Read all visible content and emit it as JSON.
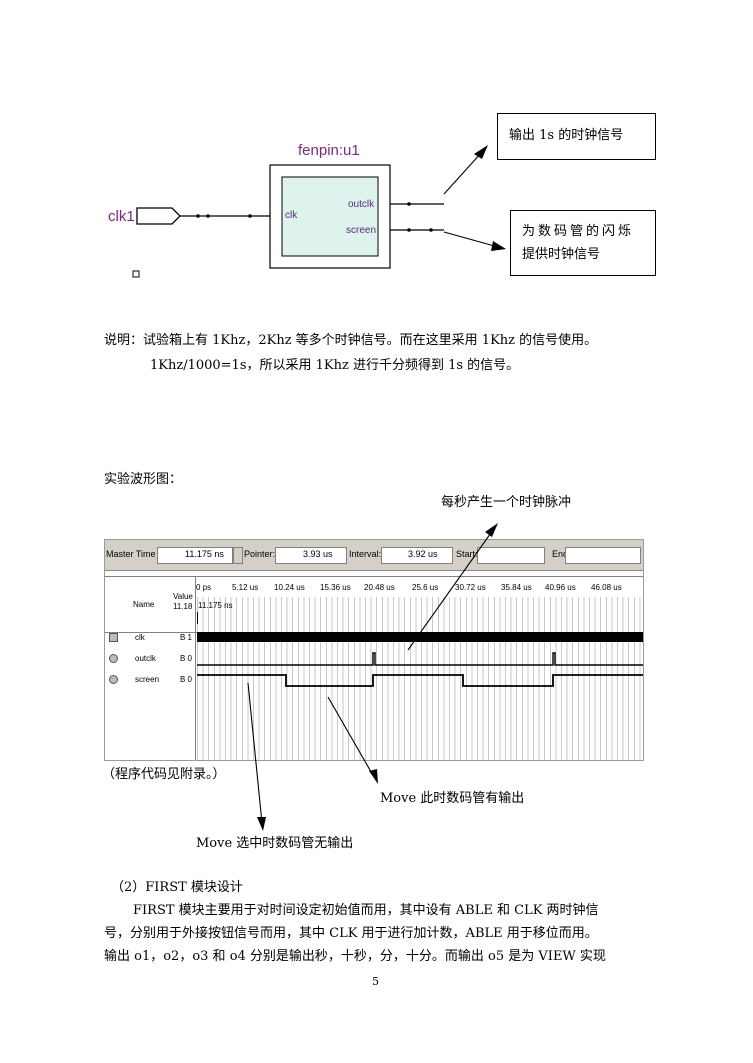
{
  "diagram": {
    "module_title": "fenpin:u1",
    "input_label": "clk1",
    "port_in": "clk",
    "port_out1": "outclk",
    "port_out2": "screen",
    "callout1": "输出 1s 的时钟信号",
    "callout2_line1": "为数码管的闪烁",
    "callout2_line2": "提供时钟信号"
  },
  "description": {
    "line1": "说明：试验箱上有 1Khz，2Khz 等多个时钟信号。而在这里采用 1Khz 的信号使用。",
    "line2": "1Khz/1000=1s，所以采用 1Khz 进行千分频得到 1s 的信号。"
  },
  "waveform": {
    "heading": "实验波形图：",
    "annotation_top": "每秒产生一个时钟脉冲",
    "toolbar": {
      "master_label": "Master Time Bar:",
      "master_value": "11.175 ns",
      "pointer_label": "Pointer:",
      "pointer_value": "3.93 us",
      "interval_label": "Interval:",
      "interval_value": "3.92 us",
      "start_label": "Start:",
      "end_label": "End:"
    },
    "name_header": "Name",
    "value_header": "Value\n11.18",
    "time_ticks": [
      "0 ps",
      "5.12 us",
      "10.24 us",
      "15.36 us",
      "20.48 us",
      "25.6 us",
      "30.72 us",
      "35.84 us",
      "40.96 us",
      "46.08 us"
    ],
    "cursor_label": "11.175 ns",
    "signals": [
      {
        "name": "clk",
        "value": "B 1"
      },
      {
        "name": "outclk",
        "value": "B 0"
      },
      {
        "name": "screen",
        "value": "B 0"
      }
    ],
    "note": "（程序代码见附录。）",
    "annotation_on": "Move 此时数码管有输出",
    "annotation_off": "Move 选中时数码管无输出"
  },
  "section": {
    "heading": "（2）FIRST 模块设计",
    "para_line1": "FIRST 模块主要用于对时间设定初始值而用，其中设有 ABLE 和 CLK 两时钟信",
    "para_line2": "号，分别用于外接按钮信号而用，其中 CLK 用于进行加计数，ABLE 用于移位而用。",
    "para_line3": "输出 o1，o2，o3 和 o4 分别是输出秒，十秒，分，十分。而输出 o5 是为 VIEW 实现"
  },
  "page_number": "5"
}
